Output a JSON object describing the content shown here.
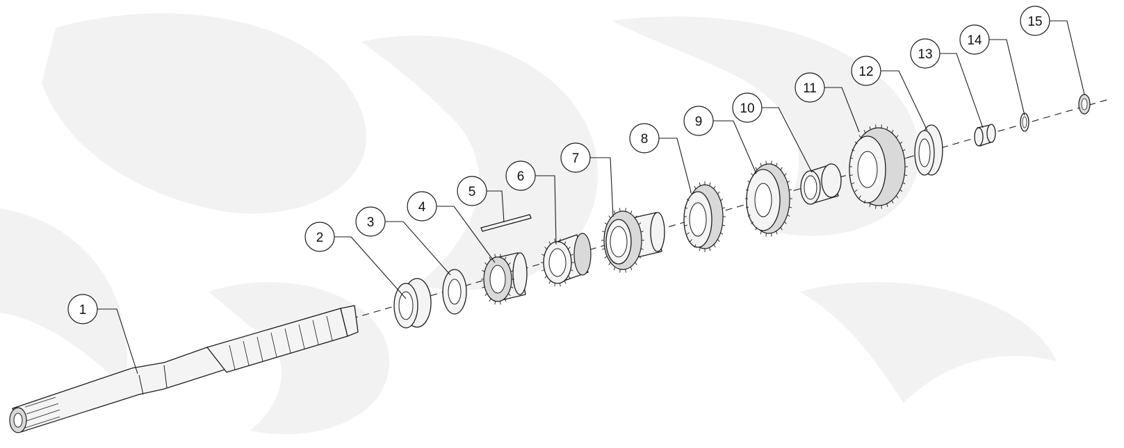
{
  "diagram": {
    "kind": "exploded parts view",
    "colors": {
      "line": "#1a1a1a",
      "watermark": "#f2f2f2",
      "part_fill": "#f4f4f4"
    },
    "callouts": [
      {
        "label": "1",
        "part": "main-shaft"
      },
      {
        "label": "2",
        "part": "bearing"
      },
      {
        "label": "3",
        "part": "thrust-washer"
      },
      {
        "label": "4",
        "part": "gear"
      },
      {
        "label": "5",
        "part": "pin"
      },
      {
        "label": "6",
        "part": "gear"
      },
      {
        "label": "7",
        "part": "gear-with-hub"
      },
      {
        "label": "8",
        "part": "gear"
      },
      {
        "label": "9",
        "part": "gear"
      },
      {
        "label": "10",
        "part": "bushing"
      },
      {
        "label": "11",
        "part": "large-gear"
      },
      {
        "label": "12",
        "part": "bearing"
      },
      {
        "label": "13",
        "part": "spacer"
      },
      {
        "label": "14",
        "part": "snap-ring"
      },
      {
        "label": "15",
        "part": "end-ring"
      }
    ]
  }
}
